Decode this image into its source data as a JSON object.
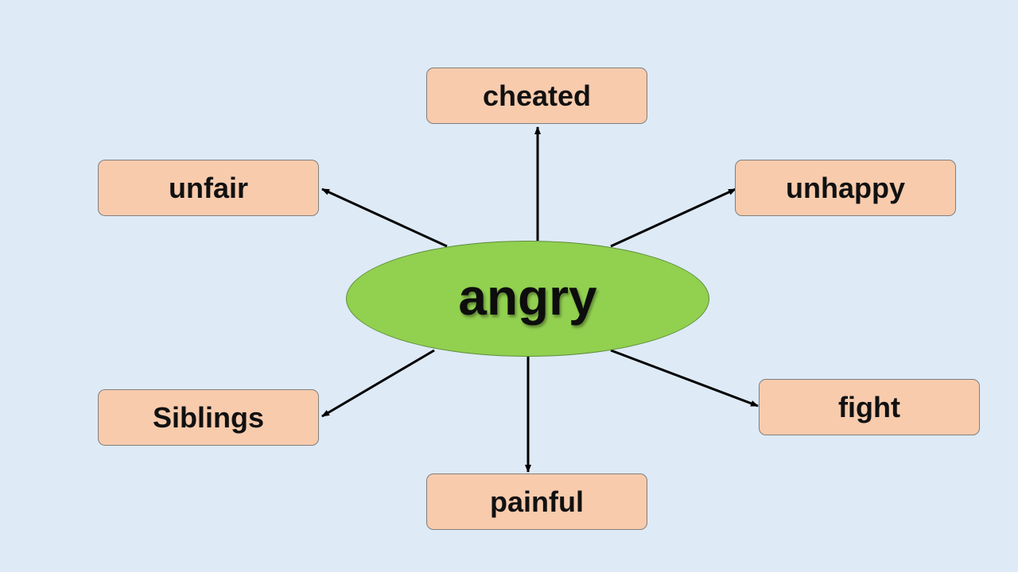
{
  "center": {
    "label": "angry"
  },
  "branches": {
    "cheated": "cheated",
    "unfair": "unfair",
    "unhappy": "unhappy",
    "siblings": "Siblings",
    "fight": "fight",
    "painful": "painful"
  },
  "colors": {
    "background": "#deeaf6",
    "center_fill": "#92d050",
    "box_fill": "#f8cbad",
    "arrow": "#000000"
  }
}
